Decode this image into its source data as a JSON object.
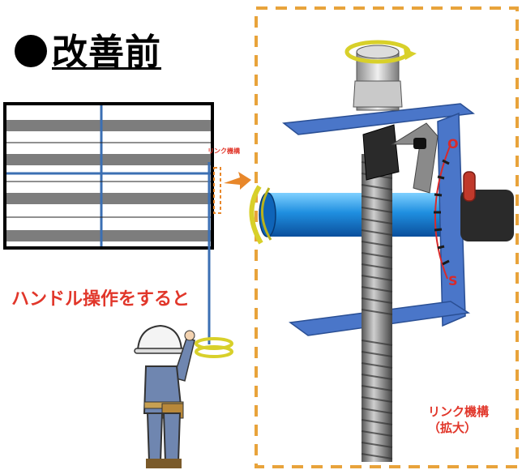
{
  "title": "改善前",
  "left_caption": "ハンドル操作をすると",
  "small_link_label": "リンク機構",
  "zoom_caption": {
    "line1": "リンク機構",
    "line2": "（拡大）"
  },
  "dial": {
    "open_mark": "O",
    "shut_mark": "S"
  },
  "colors": {
    "accent_red": "#e1362a",
    "dash_orange": "#e8a33b",
    "pipe_blue": "#1f8fe0",
    "plate_blue": "#4a76c9",
    "arrow_orange": "#e8872a"
  }
}
